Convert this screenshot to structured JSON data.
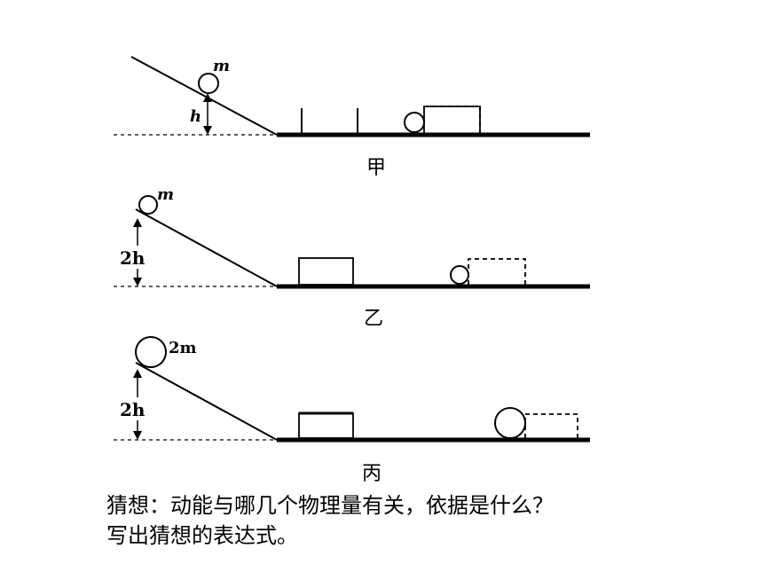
{
  "panels": [
    {
      "caption": "甲",
      "mass_label": "m",
      "height_label": "h"
    },
    {
      "caption": "乙",
      "mass_label": "m",
      "height_label": "2h"
    },
    {
      "caption": "丙",
      "mass_label": "2m",
      "height_label": "2h"
    }
  ],
  "question": {
    "line1": "猜想：动能与哪几个物理量有关，依据是什么？",
    "line2": "写出猜想的表达式。"
  }
}
